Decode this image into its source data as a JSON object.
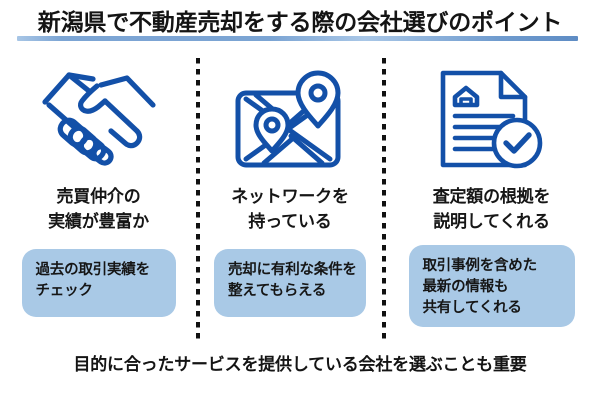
{
  "title": {
    "text": "新潟県で不動産売却をする際の会社選びのポイント",
    "underline_color_start": "#a8c6e6",
    "underline_color_end": "#5e8cc4"
  },
  "theme": {
    "icon_blue": "#1350a8",
    "box_blue": "#a9c9e6",
    "text_black": "#141414",
    "background": "#ffffff",
    "divider_color": "#111111"
  },
  "columns": [
    {
      "icon": "handshake-icon",
      "heading_lines": [
        "売買仲介の",
        "実績が豊富か"
      ],
      "note_lines": [
        "過去の取引実績を",
        "チェック"
      ]
    },
    {
      "icon": "map-with-pins-icon",
      "heading_lines": [
        "ネットワークを",
        "持っている"
      ],
      "note_lines": [
        "売却に有利な条件を",
        "整えてもらえる"
      ]
    },
    {
      "icon": "document-house-check-icon",
      "heading_lines": [
        "査定額の根拠を",
        "説明してくれる"
      ],
      "note_lines": [
        "取引事例を含めた",
        "最新の情報も",
        "共有してくれる"
      ]
    }
  ],
  "footer": {
    "text": "目的に合ったサービスを提供している会社を選ぶことも重要"
  }
}
